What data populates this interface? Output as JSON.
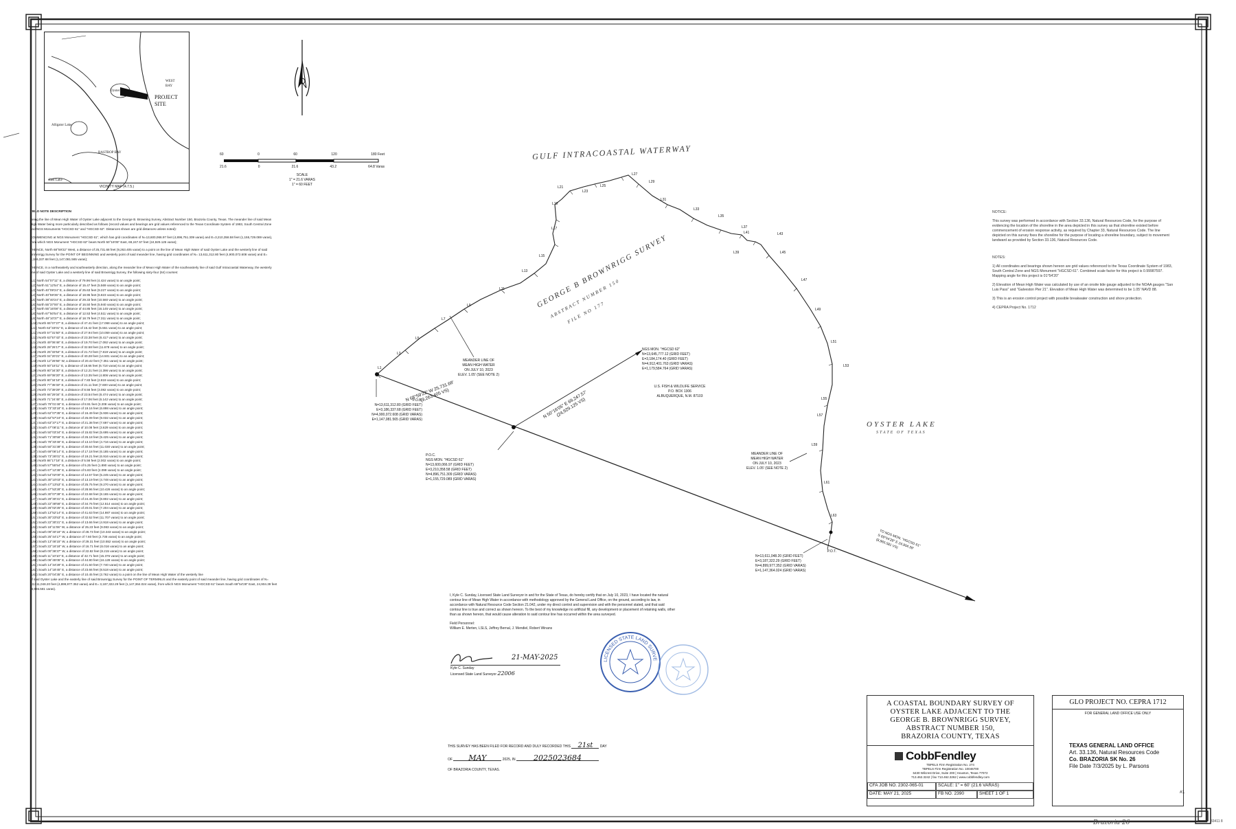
{
  "vicinity_map": {
    "labels": [
      "Oyster Lake",
      "WEST BAY",
      "PROJECT SITE",
      "Alligator Lake",
      "BASTROP BAY",
      "East Lake"
    ],
    "caption": "VICINITY MAP (4.7.5.)"
  },
  "scale_bar": {
    "feet_ticks": [
      "60",
      "0",
      "60",
      "120",
      "180 Feet"
    ],
    "varas_ticks": [
      "21.6",
      "0",
      "21.6",
      "43.2",
      "64.8 Varas"
    ],
    "scale_text": "SCALE",
    "scale_line1": "1\" = 21.6 VARAS",
    "scale_line2": "1\" = 60 FEET"
  },
  "map": {
    "waterway_label": "GULF INTRACOASTAL WATERWAY",
    "survey_label": "GEORGE B BROWNRIGG SURVEY",
    "abstract_label": "ABSTRACT NUMBER 150",
    "file_label": "FILE NO 177",
    "lake_label": "OYSTER LAKE",
    "lake_sub": "STATE OF TEXAS",
    "line_labels": [
      "L1",
      "L3",
      "L5",
      "L7",
      "L9",
      "L11",
      "L13",
      "L15",
      "L17",
      "L19",
      "L21",
      "L23",
      "L25",
      "L27",
      "L29",
      "L31",
      "L33",
      "L35",
      "L37",
      "L39",
      "L41",
      "L43",
      "L45",
      "L47",
      "L49",
      "L51",
      "L53",
      "L55",
      "L57",
      "L59",
      "L61",
      "L63"
    ],
    "meander_left": [
      "MEANDER LINE OF",
      "MEAN HIGH WATER",
      "ON JULY 10, 2023",
      "ELEV. 1.05' (SEE NOTE 2)"
    ],
    "meander_right": [
      "MEANDER LINE OF",
      "MEAN HIGH WATER",
      "ON JULY 10, 2023",
      "ELEV. 1.05' (SEE NOTE 2)"
    ],
    "ngs_mon_top": [
      "NGS MON. \"HGCSD 62\"",
      "N=13,645,777.12 (GRID FEET)",
      "E=3,184,174.40 (GRID FEET)",
      "N=4,912,401.763 (GRID VARAS)",
      "E=1,179,584.764 (GRID VARAS)"
    ],
    "usfws": [
      "U.S. FISH & WILDLIFE SERVICE",
      "P.O. BOX 1306",
      "ALBUQUERQUE, N.M. 87103"
    ],
    "pob": [
      "P.O.B.",
      "N=13,611,312.80 (GRID FEET)",
      "E=3,186,337.68 (GRID FEET)",
      "N=4,900,072.608 (GRID VARAS)",
      "E=1,147,081.565 (GRID VARAS)"
    ],
    "poc": [
      "P.O.C.",
      "NGS MON. \"HGCSD 61\"",
      "N=13,600,066.97 (GRID FEET)",
      "E=3,210,358.58 (GRID FEET)",
      "N=4,896,751.309 (GRID VARAS)",
      "E=1,155,729.089 (GRID VARAS)"
    ],
    "pot": [
      "P.O.T.",
      "N=13,611,048.20 (GRID FEET)",
      "E=3,187,322.29 (GRID FEET)",
      "N=4,899,977.352 (GRID VARAS)",
      "E=1,147,364.024 (GRID VARAS)"
    ],
    "bearing_main": "N 68°59'22\" W 25,731.68'",
    "bearing_main_varas": "(9,263.405 VS)",
    "bearing_ngs": "N 50°16'05\" E 69,247.57'",
    "bearing_ngs_varas": "(24,929.125 VS)",
    "bearing_ngs61": [
      "TO NGS MON. \"HGCSD 61\"",
      "S 69°54'28\" E 24,904.39'",
      "(8,965.581 VS)"
    ]
  },
  "field_notes": {
    "heading": "FIELD NOTE DESCRIPTION",
    "para1": "Being the line of Mean High Water of Oyster Lake adjacent to the George B. Browning Survey, Abstract Number 150, Brazoria County, Texas. The meander line of said Mean High Water being more particularly described as follows (record values and bearings are grid values referenced to the Texas Coordinate System of 1983, South Central Zone and NGS Monuments \"HGCSD 61\" and \"HGCSD 62\". Distances shown are grid distances unless noted):",
    "para2": "COMMENCING at NGS Monument \"HGCSD 61\", which has grid coordinates of N=13,600,066.97 feet (4,896,751.309 varas) and E=3,210,358.58 feet (1,155,729.089 varas), from which NGS Monument \"HGCSD 62\" bears North 50°16'05\" East, 69,247.57 feet (24,929.125 varas);",
    "para3": "THENCE, North 68°59'22\" West, a distance of 25,731.68 feet (9,263.405 varas) to a point on the line of Mean High Water of said Oyster Lake and the westerly line of said Brownrigg Survey for the POINT OF BEGINNING and westerly point of said meander line, having grid coordinates of N= 13,611,312.80 feet (4,900,072.608 varas) and E= 3,186,337.68 feet (1,147,081.565 varas);",
    "para4": "THENCE, in a northeasterly and southeasterly direction, along the meander line of Mean High Water of the southeasterly line of said Gulf Intracoastal Waterway, the westerly line of said Oyster Lake and a westerly line of said Brownrigg Survey, the following sixty-four (64) courses:",
    "calls": [
      "(L1) North 54°07'11\" E, a distance of 79.96 feet (4.424 varas) to an angle point;",
      "(L2) North 51°12'54\" E, a distance of 15.47 feet (5.569 varas) to an angle point;",
      "(L3) North 40°09'24\" E, a distance of 25.63 feet (9.227 varas) to an angle point;",
      "(L4) North 40°59'35\" E, a distance of 18.95 feet (6.823 varas) to an angle point;",
      "(L5) North 38°40'24\" E, a distance of 29.33 feet (10.560 varas) to an angle point;",
      "(L6) North 55°37'00\" E, a distance of 16.50 feet (5.940 varas) to an angle point;",
      "(L7) North 55°16'08\" E, a distance of 44.85 feet (16.145 varas) to an angle point;",
      "(L8) North 67°50'54\" E, a distance of 12.53 feet (4.511 varas) to an angle point;",
      "(L9) North 48°10'37\" E, a distance of 18.79 feet (7.311 varas) to an angle point;",
      "(L10) North 65°07'27\" E, a distance of 47.41 feet (17.068 varas) to an angle point;",
      "(L11) North 62°33'01\" E, a distance of 15.42 feet (5.551 varas) to an angle point;",
      "(L12) North 57°31'50\" E, a distance of 27.94 feet (10.059 varas) to an angle point;",
      "(L13) North 63°57'43\" E, a distance of 23.38 feet (8.417 varas) to an angle point;",
      "(L14) North 49°06'46\" E, a distance of 19.70 feet (7.092 varas) to an angle point;",
      "(L15) North 28°26'17\" E, a distance of 32.58 feet (11.678 varas) to an angle point;",
      "(L16) North 25°33'54\" E, a distance of 21.72 feet (7.819 varas) to an angle point;",
      "(L17) North 04°20'21\" E, a distance of 40.28 feet (14.501 varas) to an angle point;",
      "(L18) North 12°26'55\" W, a distance of 20.42 feet (7.351 varas) to an angle point;",
      "(L19) North 50°18'11\" E, a distance of 18.66 feet (6.718 varas) to an angle point;",
      "(L20) North 80°34'30\" E, a distance of 12.21 feet (4.396 varas) to an angle point;",
      "(L21) North 69°08'20\" E, a distance of 13.35 feet (4.806 varas) to an angle point;",
      "(L22) North 80°34'16\" E, a distance of 7.83 feet (2.819 varas) to an angle point;",
      "(L23) North 77°35'33\" E, a distance of 21.11 feet (7.600 varas) to an angle point;",
      "(L24) North 73°39'29\" E, a distance of 8.56 feet (3.082 varas) to an angle point;",
      "(L25) North 66°29'34\" E, a distance of 23.54 feet (8.474 varas) to an angle point;",
      "(L26) North 71°24'45\" E, a distance of 17.06 feet (6.142 varas) to an angle point;",
      "(L27) South 79°01'46\" E, a distance of 8.91 feet (3.208 varas) to an angle point;",
      "(L28) South 73°33'18\" E, a distance of 19.16 feet (6.898 varas) to an angle point;",
      "(L29) South 62°07'35\" E, a distance of 16.49 feet (5.936 varas) to an angle point;",
      "(L30) South 62°57'24\" E, a distance of 25.09 feet (9.032 varas) to an angle point;",
      "(L31) South 63°37'17\" E, a distance of 21.38 feet (7.697 varas) to an angle point;",
      "(L32) South 47°08'11\" E, a distance of 10.08 feet (3.629 varas) to an angle point;",
      "(L33) South 50°03'34\" E, a distance of 15.82 feet (5.695 varas) to an angle point;",
      "(L34) South 71°30'56\" E, a distance of 26.18 feet (9.425 varas) to an angle point;",
      "(L35) South 78°33'46\" E, a distance of 13.10 feet (4.716 varas) to an angle point;",
      "(L36) South 50°31'38\" E, a distance of 30.64 feet (11.030 varas) to an angle point;",
      "(L37) South 69°06'14\" E, a distance of 17.18 feet (6.185 varas) to an angle point;",
      "(L38) South 73°26'01\" E, a distance of 19.21 feet (6.916 varas) to an angle point;",
      "(L39) North 86°17'16\" E, a distance of 5.56 feet (2.002 varas) to an angle point;",
      "(L40) South 57°55'54\" E, a distance of 5.25 feet (1.890 varas) to an angle point;",
      "(L41) South 67°12'36\" E, a distance of 5.83 feet (2.099 varas) to an angle point;",
      "(L42) South 54°02'00\" E, a distance of 14.57 feet (5.245 varas) to an angle point;",
      "(L43) South 30°10'03\" E, a distance of 13.19 feet (4.748 varas) to an angle point;",
      "(L44) South 47°13'53\" E, a distance of 25.75 feet (9.270 varas) to an angle point;",
      "(L45) South 47°53'28\" E, a distance of 28.96 feet (10.426 varas) to an angle point;",
      "(L46) South 30°07'39\" E, a distance of 22.68 feet (8.165 varas) to an angle point;",
      "(L47) South 29°30'31\" E, a distance of 24.45 feet (8.802 varas) to an angle point;",
      "(L48) South 22°48'56\" E, a distance of 34.76 feet (12.514 varas) to an angle point;",
      "(L49) South 26°02'25\" E, a distance of 20.01 feet (7.204 varas) to an angle point;",
      "(L50) South 13°52'14\" E, a distance of 41.63 feet (14.987 varas) to an angle point;",
      "(L51) South 30°23'53\" E, a distance of 32.52 feet (11.707 varas) to an angle point;",
      "(L52) South 22°30'21\" E, a distance of 13.66 feet (4.918 varas) to an angle point;",
      "(L53) South 18°11'06\" W, a distance of 25.23 feet (9.083 varas) to an angle point;",
      "(L54) South 09°40'16\" W, a distance of 28.73 feet (10.343 varas) to an angle point;",
      "(L55) South 25°44'17\" W, a distance of 7.60 feet (2.736 varas) to an angle point;",
      "(L56) South 13°46'15\" W, a distance of 29.31 feet (10.552 varas) to an angle point;",
      "(L57) South 22°16'18\" W, a distance of 16.71 feet (6.016 varas) to an angle point;",
      "(L58) South 00°36'37\" W, a distance of 22.82 feet (8.215 varas) to an angle point;",
      "(L59) South 11°10'10\" E, a distance of 42.71 feet (15.376 varas) to an angle point;",
      "(L60) South 06°45'05\" E, a distance of 44.80 feet (16.128 varas) to an angle point;",
      "(L61) South 14°34'28\" E, a distance of 21.50 feet (7.740 varas) to an angle point;",
      "(L62) South 14°18'45\" E, a distance of 23.66 feet (8.518 varas) to an angle point;",
      "(L63) South 20°04'35\" E, a distance of 10.45 feet (3.762 varas) to a point on the line of Mean High Water of the westerly line"
    ],
    "closing": "of said Oyster Lake and the easterly line of said Brownrigg Survey for the POINT OF TERMINUS and the easterly point of said meander line, having grid coordinates of N= 13,611,048.20 feet (4,899,977.352 varas) and E= 3,187,322.29 feet (1,147,364.024 varas), from which NGS Monument \"HGCSD 61\" bears South 69°54'28\" East, 24,904.39 feet (8,965.581 varas)."
  },
  "notices": {
    "heading": "NOTICE:",
    "notice_text": "This survey was performed in accordance with Section 33.136, Natural Resources Code, for the purpose of evidencing the location of the shoreline in the area depicted in this survey as that shoreline existed before commencement of erosion response activity, as required by Chapter 33, Natural Resources Code. The line depicted on this survey fixes the shoreline for the purpose of locating a shoreline boundary, subject to movement landward as provided by Section 33.136, Natural Resources Code.",
    "notes_heading": "NOTES:",
    "note1": "1) All coordinates and bearings shown hereon are grid values referenced to the Texas Coordinate System of 1983, South Central Zone and NGS Monument \"HGCSD 61\". Combined scale factor for this project is 0.99987597. Mapping angle for this project is 01°54'20\"",
    "note2": "2) Elevation of Mean High Water was calculated by use of an onsite tide gauge adjusted to the NOAA gauges \"San Luis Pass\" and \"Galveston Pier 21\". Elevation of Mean High Water was determined to be 1.05' NAVD 88.",
    "note3": "3) This is an erosion control project with possible breakwater construction and shore protection.",
    "note4": "4) CEPRA Project No. 1712"
  },
  "certification": {
    "text": "I, Kyle C. Sunday, Licensed State Land Surveyor in and for the State of Texas, do hereby certify that on July 10, 2023, I have located the natural contour line of Mean High Water in accordance with methodology approved by the General Land Office, on the ground, according to law, in accordance with Natural Resource Code Section 21.042, under my direct control and supervision and with the personnel stated, and that said contour line is true and correct as shown hereon. To the best of my knowledge no artificial fill, any development or placement of retaining walls, other than as shown hereon, that would cause alteration to said contour line has occurred within the area surveyed.",
    "field_personnel_label": "Field Personnel:",
    "field_personnel": "William E. Merten, LSLS, Jeffrey Bernal, J. Mendiel, Robert Winans",
    "sig_date": "21-MAY-2025",
    "surveyor_name": "Kyle C. Sunday",
    "surveyor_title": "Licensed State Land Surveyor",
    "surveyor_number": "22006",
    "seal_text": "LICENSED STATE LAND SURVEYOR"
  },
  "recording": {
    "line1_prefix": "THIS SURVEY HAS BEEN FILED FOR RECORD AND DULY RECORDED THIS",
    "day": "21st",
    "day_label": "DAY",
    "of_label": "OF",
    "month": "MAY",
    "year_label": "2025, IN",
    "doc_number": "2025023684",
    "county_line": "OF BRAZORIA COUNTY, TEXAS."
  },
  "title_block": {
    "title_lines": [
      "A COASTAL BOUNDARY SURVEY OF",
      "OYSTER LAKE ADJACENT TO THE",
      "GEORGE B. BROWNRIGG SURVEY,",
      "ABSTRACT NUMBER 150,",
      "BRAZORIA COUNTY, TEXAS"
    ],
    "company": "CobbFendley",
    "company_lines": [
      "TBPELS Firm Registration No. 274",
      "TBPELS Firm Registration No. 10046700",
      "6430 Wilcrest Drive, Suite 200 | Houston, Texas 77072",
      "713.462.3242 | fax 713.462.3262 | www.cobbfendley.com"
    ],
    "job_no": "CFA JOB NO. 2302-065-01",
    "scale": "SCALE: 1\" = 60' (21.6 VARAS)",
    "date": "DATE: MAY 21, 2025",
    "fb_no": "FB NO. 2390",
    "sheet": "SHEET 1 OF 1",
    "glo_project": "GLO PROJECT NO. CEPRA 1712",
    "glo_use": "FOR GENERAL LAND OFFICE USE ONLY",
    "stamp_lines": [
      "TEXAS GENERAL LAND OFFICE",
      "Art. 33.136, Natural Resources Code",
      "Co. BRAZORIA SK No. 26",
      "File Date 7/3/2025 by L. Parsons"
    ],
    "corner_mark": "#1"
  },
  "margin_notes": {
    "bottom_right": "Brazoria 26",
    "far_right": "33411 8"
  }
}
